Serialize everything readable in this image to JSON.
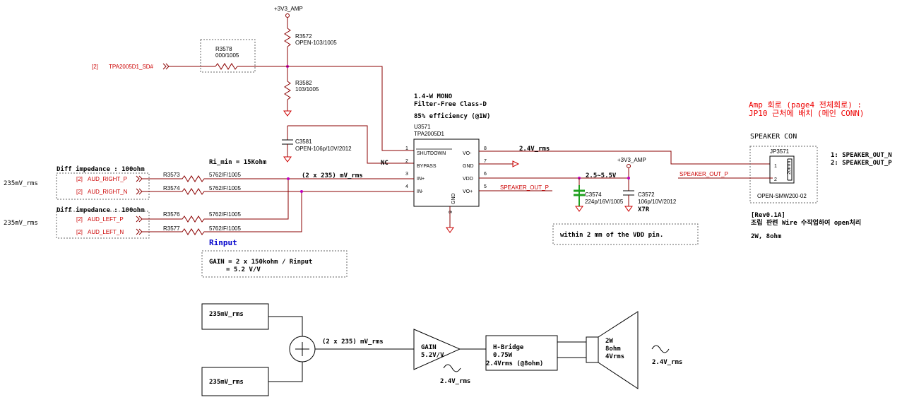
{
  "power": {
    "vamp_top": "+3V3_AMP",
    "vamp_vdd": "+3V3_AMP"
  },
  "resistors": {
    "r3572_ref": "R3572",
    "r3572_val": "OPEN-103/1005",
    "r3578_ref": "R3578",
    "r3578_val": "000/1005",
    "r3582_ref": "R3582",
    "r3582_val": "103/1005",
    "r3573_ref": "R3573",
    "r3573_val": "5762/F/1005",
    "r3574_ref": "R3574",
    "r3574_val": "5762/F/1005",
    "r3576_ref": "R3576",
    "r3576_val": "5762/F/1005",
    "r3577_ref": "R3577",
    "r3577_val": "5762/F/1005"
  },
  "capacitors": {
    "c3581_ref": "C3581",
    "c3581_val": "OPEN-106p/10V/2012",
    "c3574_ref": "C3574",
    "c3574_val": "224p/16V/1005",
    "c3572_ref": "C3572",
    "c3572_val": "106p/10V/2012",
    "c3572_extra": "X7R"
  },
  "ports": {
    "sd_idx": "[2]",
    "sd_name": "TPA2005D1_SD#",
    "rp_idx": "[2]",
    "rp_name": "AUD_RIGHT_P",
    "rn_idx": "[2]",
    "rn_name": "AUD_RIGHT_N",
    "lp_idx": "[2]",
    "lp_name": "AUD_LEFT_P",
    "ln_idx": "[2]",
    "ln_name": "AUD_LEFT_N"
  },
  "ic": {
    "desc1": "1.4-W MONO",
    "desc2": "Filter-Free Class-D",
    "desc3": "85% efficiency (@1W)",
    "ref": "U3571",
    "part": "TPA2005D1",
    "pins_left": [
      {
        "num": "1",
        "name": "SHUTDOWN"
      },
      {
        "num": "2",
        "name": "BYPASS"
      },
      {
        "num": "3",
        "name": "IN+"
      },
      {
        "num": "4",
        "name": "IN-"
      }
    ],
    "pins_right": [
      {
        "num": "8",
        "name": "VO-"
      },
      {
        "num": "7",
        "name": "GND"
      },
      {
        "num": "6",
        "name": "VDD"
      },
      {
        "num": "5",
        "name": "VO+"
      }
    ],
    "gnd_pin": "GND",
    "gnd_num": "9",
    "nc": "NC"
  },
  "notes": {
    "diff_imp_1": "Diff impedance : 100ohm",
    "diff_imp_2": "Diff impedance : 100ohm",
    "rms_right": "235mV_rms",
    "rms_left": "235mV_rms",
    "ri_min": "Ri_min = 15Kohm",
    "sum_in": "(2 x 235) mV_rms",
    "out_24": "2.4V_rms",
    "vdd_range": "2.5~5.5V",
    "speaker_out_p_net": "SPEAKER_OUT_P",
    "speaker_out_p_net2": "SPEAKER_OUT_P",
    "vdd_note": "within 2 mm of the VDD pin.",
    "rinput": "Rinput",
    "gain_1": "GAIN = 2 x 150kohm / Rinput",
    "gain_2": "= 5.2 V/V"
  },
  "amp_note": {
    "line1": "Amp 회로 (page4 전체회로) :",
    "line2": "JP10 근처에 배치 (메인 CONN)"
  },
  "speaker": {
    "title": "SPEAKER CON",
    "ref": "JP3571",
    "pin1": "1",
    "pin2": "2",
    "body": "20mm",
    "part": "OPEN-SMW200-02",
    "legend1": "1: SPEAKER_OUT_N",
    "legend2": "2: SPEAKER_OUT_P",
    "rev": "[Rev0.1A]",
    "rev_note": "조립 판련 Wire 수작업하여 open처리",
    "spec": "2W, 8ohm"
  },
  "block": {
    "in1": "235mV_rms",
    "in2": "235mV_rms",
    "sum": "(2 x 235) mV_rms",
    "gain1": "GAIN",
    "gain2": "5.2V/V",
    "out": "2.4V_rms",
    "hb1": "H-Bridge",
    "hb2": "0.75W",
    "hb3": "2.4Vrms (@8ohm)",
    "spk1": "2W",
    "spk2": "8ohm",
    "spk3": "4Vrms",
    "spk_out": "2.4V_rms"
  }
}
